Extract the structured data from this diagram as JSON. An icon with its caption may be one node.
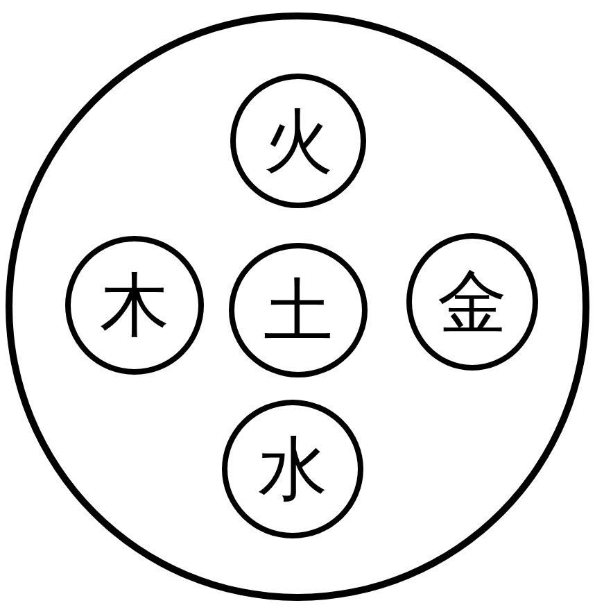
{
  "diagram": {
    "nodes": [
      {
        "text": [],
        "shape": "circle"
      },
      {
        "text": [
          "火"
        ],
        "in": 0
      },
      {
        "text": [
          "木"
        ],
        "in": 0
      },
      {
        "text": [
          "土"
        ],
        "in": 0
      },
      {
        "text": [
          "金"
        ],
        "in": 0
      },
      {
        "text": [
          "水"
        ],
        "in": 0
      }
    ]
  }
}
